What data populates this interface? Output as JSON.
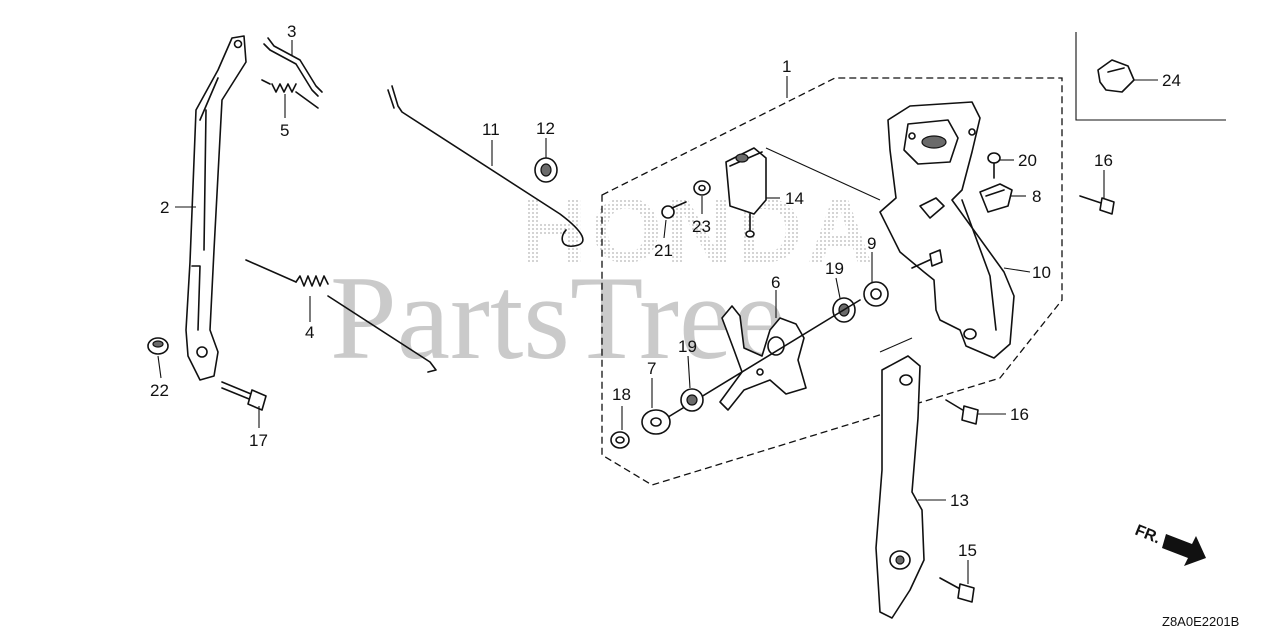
{
  "watermark": {
    "brand": "HONDA",
    "site": "PartsTree"
  },
  "callouts": {
    "c1": "1",
    "c2": "2",
    "c3": "3",
    "c4": "4",
    "c5": "5",
    "c6": "6",
    "c7": "7",
    "c8": "8",
    "c9": "9",
    "c10": "10",
    "c11": "11",
    "c12": "12",
    "c13": "13",
    "c14": "14",
    "c15": "15",
    "c16a": "16",
    "c16b": "16",
    "c17": "17",
    "c18": "18",
    "c19a": "19",
    "c19b": "19",
    "c20": "20",
    "c21": "21",
    "c22": "22",
    "c23": "23",
    "c24": "24"
  },
  "direction": {
    "label": "FR."
  },
  "diagram_code": "Z8A0E2201B",
  "colors": {
    "ink": "#111111",
    "watermark_gray": "#a0a0a0"
  }
}
